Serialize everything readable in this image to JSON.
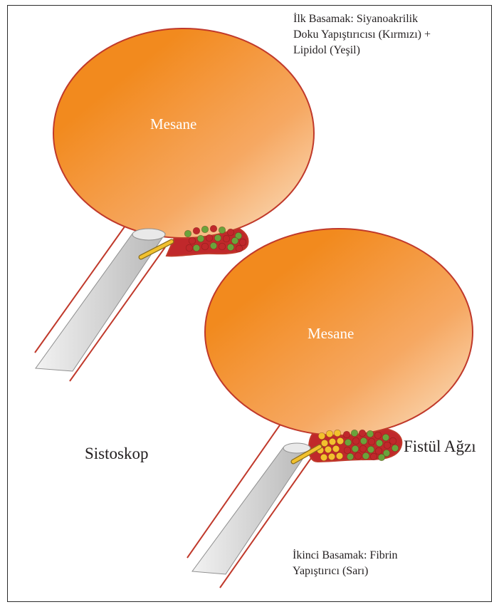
{
  "step1": {
    "caption": "İlk Basamak: Siyanoakrilik\nDoku Yapıştırıcısı (Kırmızı) +\nLipidol (Yeşil)"
  },
  "step2": {
    "caption": "İkinci Basamak: Fibrin\nYapıştırıcı (Sarı)"
  },
  "labels": {
    "bladder_top": "Mesane",
    "bladder_bottom": "Mesane",
    "cystoscope": "Sistoskop",
    "fistula_opening": "Fistül Ağzı"
  },
  "colors": {
    "bladder_light": "#fbe2c4",
    "bladder_dark": "#f28a1e",
    "outline": "#c0392b",
    "glue_red": "#c0282b",
    "lipiodol_green": "#6aa33b",
    "fibrin_yellow": "#f2c12e",
    "scope_gray": "#c8c8c8"
  }
}
